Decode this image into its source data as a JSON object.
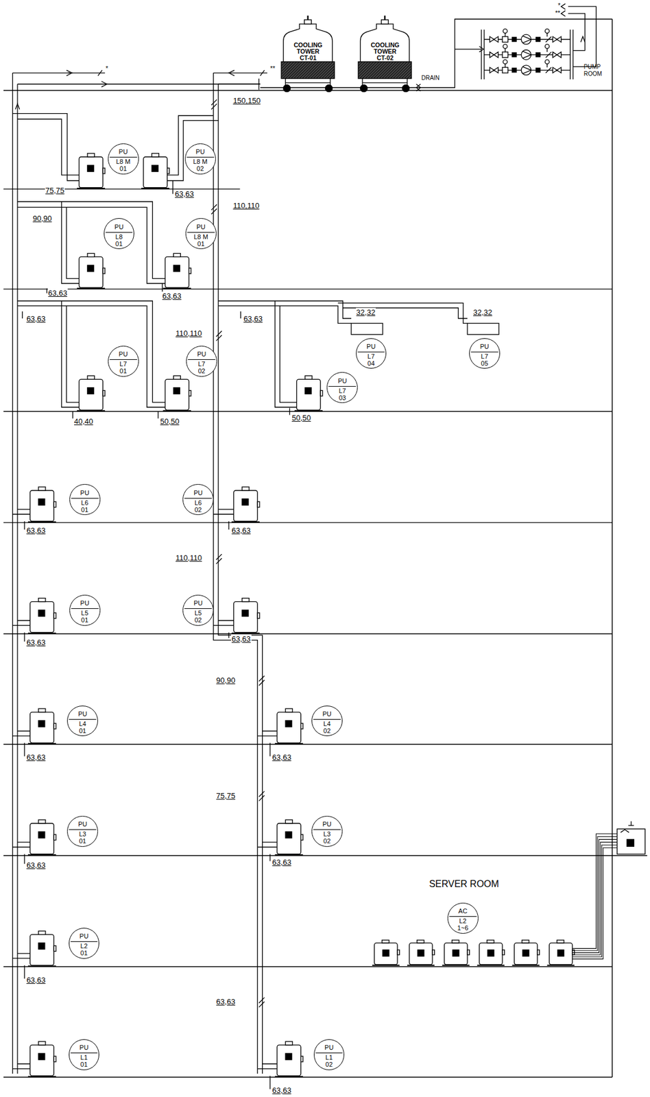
{
  "diagram": {
    "nodes": [
      {
        "text": [
          "COOLING TOWER",
          "CT-01"
        ]
      },
      {
        "text": [
          "COOLING TOWER",
          "CT-02"
        ]
      },
      {
        "text": [
          "PU",
          "L8 M",
          "01"
        ]
      },
      {
        "text": [
          "PU",
          "L8 M",
          "02"
        ]
      },
      {
        "text": [
          "PU",
          "L8",
          "01"
        ]
      },
      {
        "text": [
          "PU",
          "L8 M",
          "01"
        ]
      },
      {
        "text": [
          "PU",
          "L7",
          "01"
        ]
      },
      {
        "text": [
          "PU",
          "L7",
          "02"
        ]
      },
      {
        "text": [
          "PU",
          "L7",
          "04"
        ]
      },
      {
        "text": [
          "PU",
          "L7",
          "05"
        ]
      },
      {
        "text": [
          "PU",
          "L7",
          "03"
        ]
      },
      {
        "text": [
          "PU",
          "L6",
          "01"
        ]
      },
      {
        "text": [
          "PU",
          "L6",
          "02"
        ]
      },
      {
        "text": [
          "PU",
          "L5",
          "01"
        ]
      },
      {
        "text": [
          "PU",
          "L5",
          "02"
        ]
      },
      {
        "text": [
          "PU",
          "L4",
          "01"
        ]
      },
      {
        "text": [
          "PU",
          "L4",
          "02"
        ]
      },
      {
        "text": [
          "PU",
          "L3",
          "01"
        ]
      },
      {
        "text": [
          "PU",
          "L3",
          "02"
        ]
      },
      {
        "text": [
          "PU",
          "L2",
          "01"
        ]
      },
      {
        "text": [
          "AC",
          "L2",
          "1~6"
        ]
      },
      {
        "text": [
          "PU",
          "L1",
          "01"
        ]
      },
      {
        "text": [
          "PU",
          "L1",
          "02"
        ]
      }
    ],
    "labels": [
      "150,150",
      "75,75",
      "63,63",
      "110,110",
      "90,90",
      "63,63",
      "63,63",
      "63,63",
      "110,110",
      "63,63",
      "32,32",
      "32,32",
      "40,40",
      "50,50",
      "50,50",
      "63,63",
      "63,63",
      "110,110",
      "63,63",
      "63,63",
      "90,90",
      "63,63",
      "63,63",
      "75,75",
      "63,63",
      "63,63",
      "63,63",
      "63,63",
      "63,63",
      "DRAIN",
      "PUMP ROOM",
      "SERVER ROOM",
      "*",
      "**",
      "*",
      "**"
    ]
  }
}
